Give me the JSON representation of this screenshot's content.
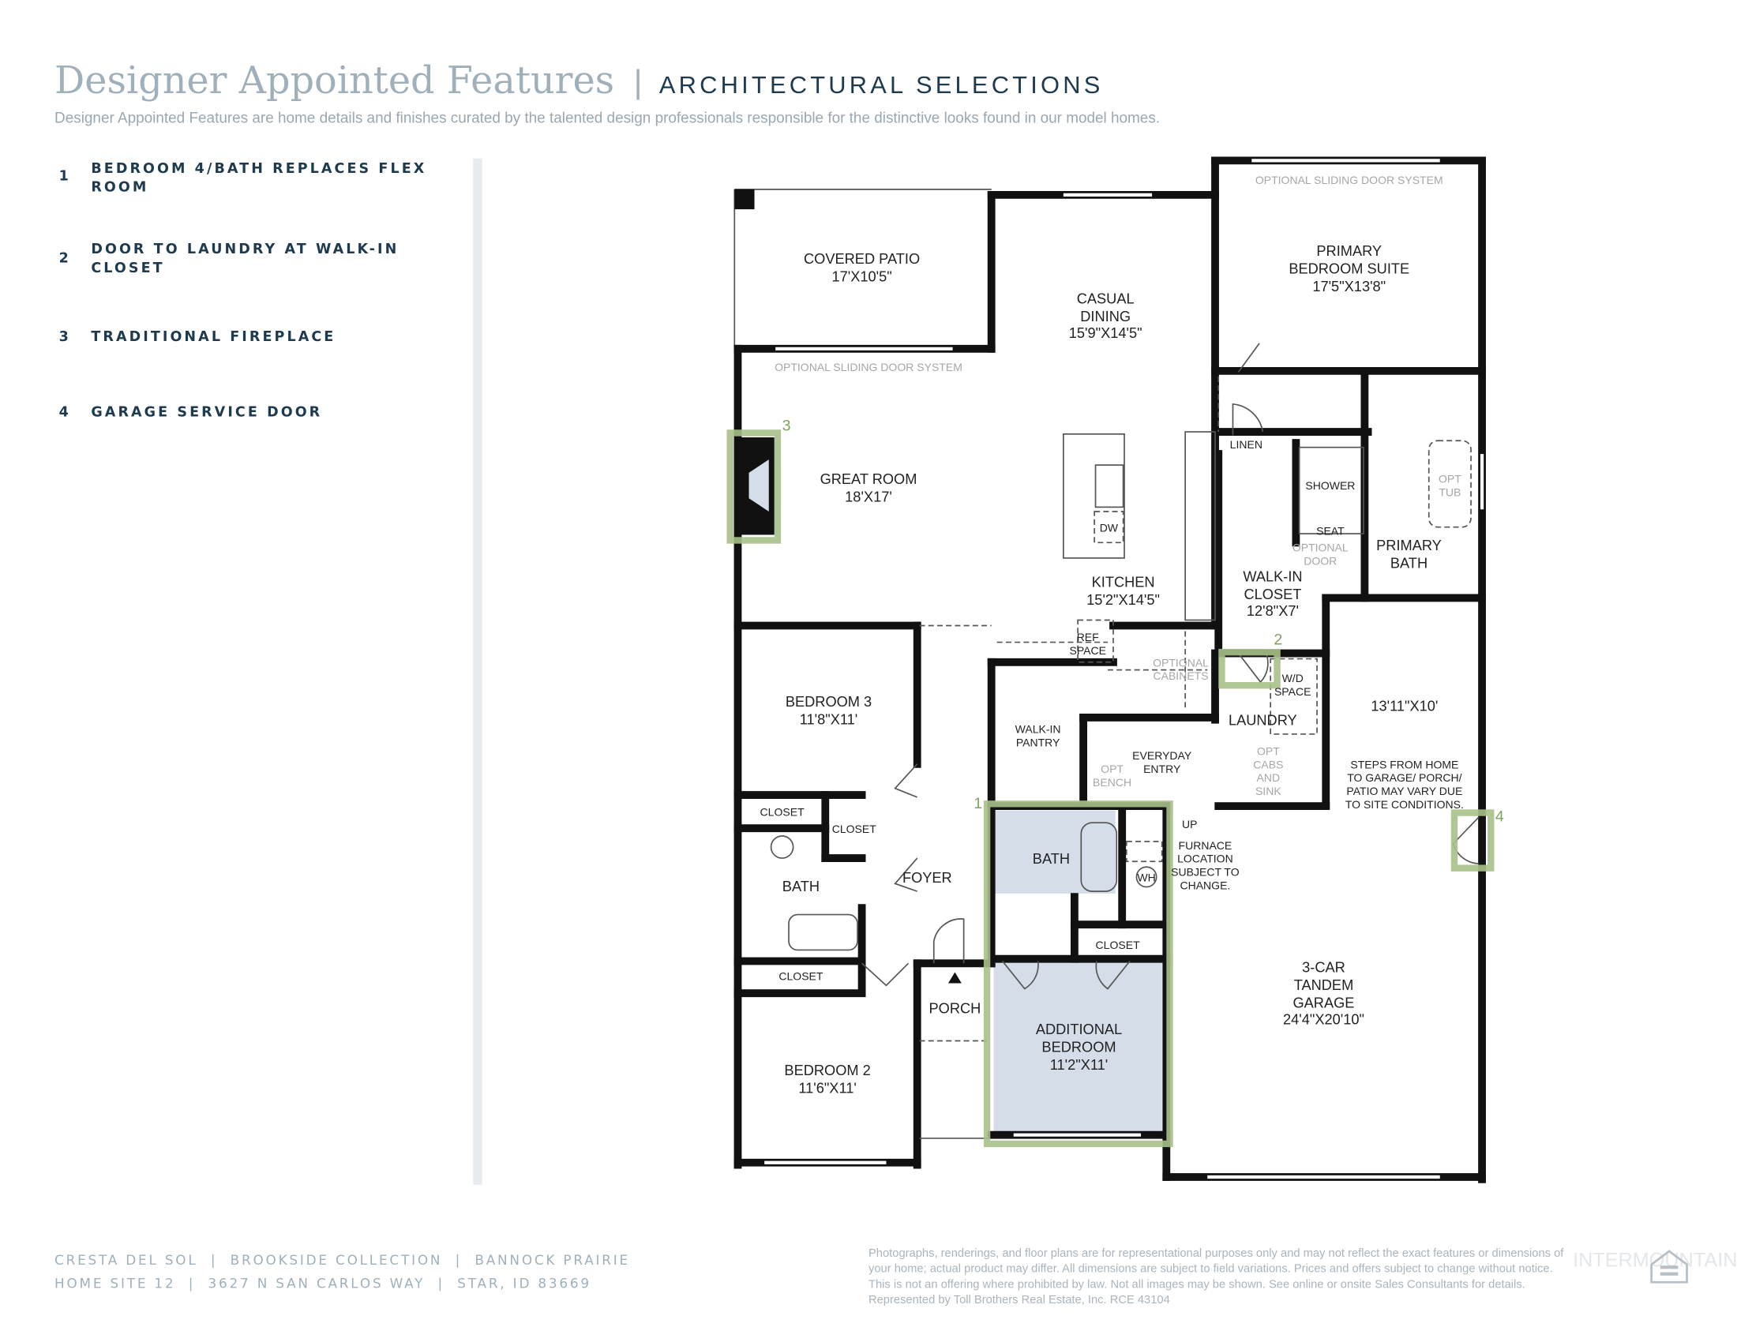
{
  "header": {
    "title": "Designer Appointed Features",
    "divider": "|",
    "subtitle": "ARCHITECTURAL SELECTIONS",
    "intro": "Designer Appointed Features are home details and finishes curated by the talented design professionals responsible for the distinctive looks found in our model homes."
  },
  "features": [
    {
      "number": "1",
      "lines": [
        "BEDROOM 4/BATH REPLACES FLEX",
        "ROOM"
      ]
    },
    {
      "number": "2",
      "lines": [
        "DOOR TO LAUNDRY AT WALK-IN",
        "CLOSET"
      ]
    },
    {
      "number": "3",
      "lines": [
        "TRADITIONAL FIREPLACE"
      ]
    },
    {
      "number": "4",
      "lines": [
        "GARAGE SERVICE DOOR"
      ]
    }
  ],
  "plan": {
    "rooms": {
      "covered_patio": [
        "COVERED PATIO",
        "17'X10'5\""
      ],
      "casual_dining": [
        "CASUAL",
        "DINING",
        "15'9\"X14'5\""
      ],
      "primary_suite": [
        "PRIMARY",
        "BEDROOM SUITE",
        "17'5\"X13'8\""
      ],
      "great_room": [
        "GREAT ROOM",
        "18'X17'"
      ],
      "kitchen": [
        "KITCHEN",
        "15'2\"X14'5\""
      ],
      "walkin_closet": [
        "WALK-IN",
        "CLOSET",
        "12'8\"X7'"
      ],
      "primary_bath": [
        "PRIMARY",
        "BATH"
      ],
      "bedroom3": [
        "BEDROOM 3",
        "11'8\"X11'"
      ],
      "bedroom2": [
        "BEDROOM 2",
        "11'6\"X11'"
      ],
      "bath": "BATH",
      "bath2": "BATH",
      "foyer": "FOYER",
      "porch": "PORCH",
      "laundry": "LAUNDRY",
      "additional_bedroom": [
        "ADDITIONAL",
        "BEDROOM",
        "11'2\"X11'"
      ],
      "garage": [
        "3-CAR",
        "TANDEM",
        "GARAGE",
        "24'4\"X20'10\""
      ],
      "garage_ext": "13'11\"X10'",
      "pantry": [
        "WALK-IN",
        "PANTRY"
      ],
      "entry": [
        "EVERYDAY",
        "ENTRY"
      ]
    },
    "labels": {
      "opt_sliding_1": "OPTIONAL SLIDING DOOR SYSTEM",
      "opt_sliding_2": "OPTIONAL SLIDING DOOR SYSTEM",
      "linen": "LINEN",
      "shower": "SHOWER",
      "seat": "SEAT",
      "opt_tub": [
        "OPT",
        "TUB"
      ],
      "opt_door": [
        "OPTIONAL",
        "DOOR"
      ],
      "dw": "DW",
      "ref_space": [
        "REF",
        "SPACE"
      ],
      "opt_cabinets": [
        "OPTIONAL",
        "CABINETS"
      ],
      "wd_space": [
        "W/D",
        "SPACE"
      ],
      "opt_cabs": [
        "OPT",
        "CABS",
        "AND",
        "SINK"
      ],
      "opt_bench": [
        "OPT",
        "BENCH"
      ],
      "up": "UP",
      "furnace": [
        "FURNACE",
        "LOCATION",
        "SUBJECT TO",
        "CHANGE."
      ],
      "wh": "WH",
      "steps": [
        "STEPS FROM HOME",
        "TO GARAGE/ PORCH/",
        "PATIO MAY VARY DUE",
        "TO SITE CONDITIONS."
      ],
      "closet_a": "CLOSET",
      "closet_b": "CLOSET",
      "closet_c": "CLOSET",
      "closet_d": "CLOSET"
    },
    "markers": [
      "1",
      "2",
      "3",
      "4"
    ],
    "highlight_color": "#a7c08a",
    "option_fill": "#d5dde8"
  },
  "footer": {
    "line1": "CRESTA DEL SOL  |  BROOKSIDE COLLECTION  |  BANNOCK PRAIRIE",
    "line2": "HOME SITE 12  |  3627 N SAN CARLOS WAY  |  STAR, ID 83669",
    "legal": [
      "Photographs, renderings, and floor plans are for representational purposes only and may not reflect the exact features or dimensions of",
      "your home; actual product may differ. All dimensions are subject to field variations. Prices and offers subject to change without notice.",
      "This is not an offering where prohibited by law. Not all images may be shown. See online or onsite Sales Consultants for details.",
      "Represented by Toll Brothers Real Estate, Inc. RCE 43104"
    ],
    "watermark": "INTERMOUNTAIN",
    "equal_housing": "equal-housing-icon"
  }
}
